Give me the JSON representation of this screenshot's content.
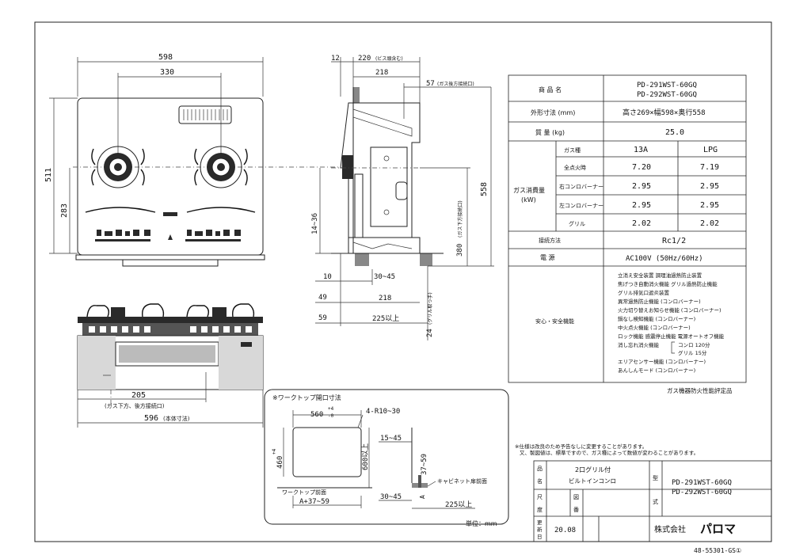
{
  "top_view": {
    "width_total": "598",
    "width_inner": "330",
    "depth_total": "511",
    "depth_burner": "283"
  },
  "side_view": {
    "dim_12": "12",
    "dim_220": "220",
    "dim_220_note": "(ビス頭含む)",
    "dim_218_top": "218",
    "dim_57": "57",
    "dim_57_note": "(ガス後方接続口)",
    "dim_558": "558",
    "dim_380": "380",
    "dim_380_note": "(ガス下方接続口)",
    "dim_14_36": "14~36",
    "dim_10": "10",
    "dim_30_45": "30~45",
    "dim_49": "49",
    "dim_218_bottom": "218",
    "dim_59": "59",
    "dim_225": "225以上",
    "dim_24": "24",
    "dim_24_note": "(グリル取っ手)"
  },
  "front_view": {
    "dim_205": "205",
    "dim_205_note": "(ガス下方、後方接続口)",
    "dim_596": "596",
    "dim_596_note": "(本体寸法)"
  },
  "cutout": {
    "title": "※ワークトップ開口寸法",
    "dim_560": "560",
    "tol_560_plus": "+4",
    "tol_560_minus": "-0",
    "dim_460": "460",
    "tol_460_plus": "+4",
    "tol_460_minus": "-0",
    "dim_4r": "4-R10~30",
    "dim_600": "600以上",
    "worktop_front": "ワークトップ前面",
    "dim_a": "A+37~59",
    "dim_15_45": "15~45",
    "dim_37_59": "37~59",
    "cabinet_front": "キャビネット扉前面",
    "dim_30_45": "30~45",
    "dim_a_small": "A",
    "dim_225": "225以上"
  },
  "spec_table": {
    "product_name_label": "商 品 名",
    "product_name_1": "PD-291WST-60GQ",
    "product_name_2": "PD-292WST-60GQ",
    "dims_label": "外形寸法 (mm)",
    "dims_value": "高さ269×幅598×奥行558",
    "mass_label": "質 量 (kg)",
    "mass_value": "25.0",
    "gas_type_label": "ガス種",
    "gas_type_13a": "13A",
    "gas_type_lpg": "LPG",
    "consumption_label_1": "ガス消費量",
    "consumption_label_2": "(kW)",
    "rows": [
      {
        "label": "全点火時",
        "v13a": "7.20",
        "vlpg": "7.19"
      },
      {
        "label": "右コンロバーナー",
        "v13a": "2.95",
        "vlpg": "2.95"
      },
      {
        "label": "左コンロバーナー",
        "v13a": "2.95",
        "vlpg": "2.95"
      },
      {
        "label": "グリル",
        "v13a": "2.02",
        "vlpg": "2.02"
      }
    ],
    "connection_label": "接続方法",
    "connection_value": "Rc1/2",
    "power_label": "電 源",
    "power_value": "AC100V (50Hz/60Hz)",
    "safety_label": "安心・安全機能",
    "safety_items": [
      "立消え安全装置  調理油過熱防止装置",
      "焦げつき自動消火機能  グリル過熱防止機能",
      "グリル排気口遮炎装置",
      "異常過熱防止機能 (コンロバーナー)",
      "火力切り替えお知らせ機能 (コンロバーナー)",
      "鍋なし検知機能 (コンロバーナー)",
      "中火点火機能 (コンロバーナー)",
      "ロック機能  感震停止機能  電源オートオフ機能",
      "消し忘れ消火機能"
    ],
    "timer_konro": "コンロ  120分",
    "timer_grill": "グリル  15分",
    "safety_items_2": [
      "エリアセンサー機能 (コンロバーナー)",
      "あんしんモード (コンロバーナー)"
    ],
    "certification": "ガス機器防火性能評定品"
  },
  "notes": {
    "line1": "※仕様は改良のため予告なしに変更することがあります。",
    "line2": "又、製図値は、標準ですので、ガス種によって数値が変わることがあります。"
  },
  "title_block": {
    "name_label_1": "品",
    "name_label_2": "名",
    "name_value_1": "2口グリル付",
    "name_value_2": "ビルトインコンロ",
    "model_label_1": "型",
    "model_label_2": "式",
    "model_value_1": "PD-291WST-60GQ",
    "model_value_2": "PD-292WST-60GQ",
    "scale_label_1": "尺",
    "scale_label_2": "度",
    "drawing_label_1": "図",
    "drawing_label_2": "番",
    "update_label_1": "更",
    "update_label_2": "新",
    "update_label_3": "日",
    "update_value": "20.08",
    "unit_label": "単位：mm",
    "company_prefix": "株式会社",
    "company_logo": "パロマ"
  },
  "doc_number": "48-55301-GS①"
}
